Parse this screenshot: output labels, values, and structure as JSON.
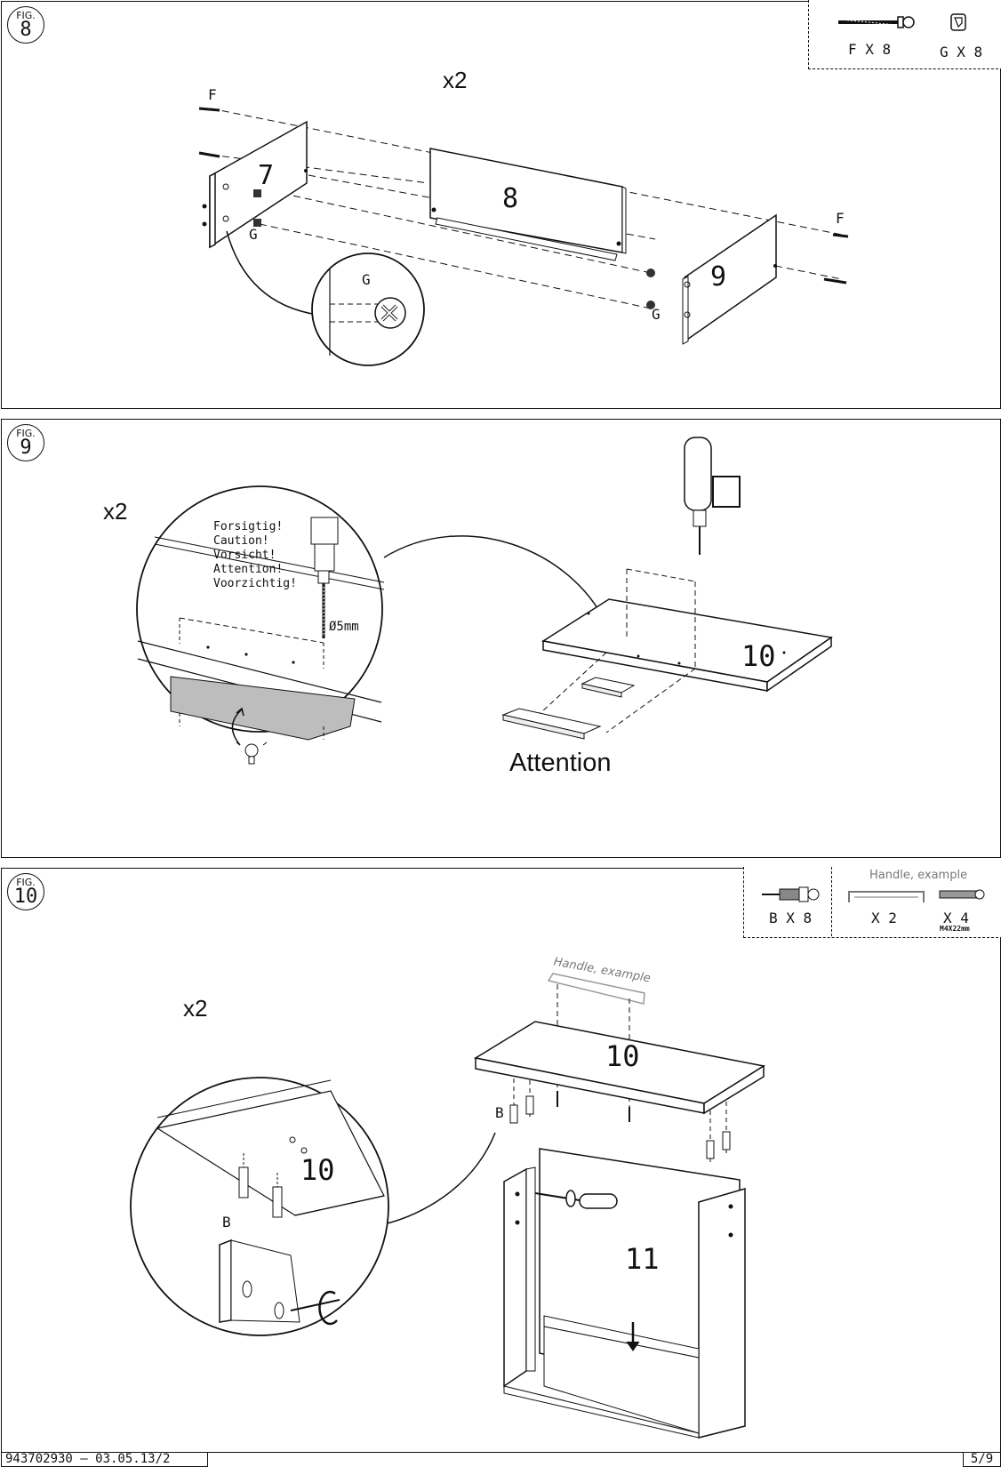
{
  "fig8": {
    "fig_label": "FIG.",
    "fig_number": "8",
    "multiplier": "x2",
    "hardware": [
      {
        "label": "F X 8",
        "icon": "screw-icon"
      },
      {
        "label": "G X 8",
        "icon": "cam-lock-icon"
      }
    ],
    "callouts": {
      "f_left": "F",
      "g_left": "G",
      "g_detail": "G",
      "f_right": "F",
      "g_right": "G"
    },
    "parts": {
      "p7": "7",
      "p8": "8",
      "p9": "9"
    }
  },
  "fig9": {
    "fig_label": "FIG.",
    "fig_number": "9",
    "multiplier": "x2",
    "caution_lines": [
      "Forsigtig!",
      "Caution!",
      "Vorsicht!",
      "Attention!",
      "Voorzichtig!"
    ],
    "drill_size": "Ø5mm",
    "part": "10",
    "attention": "Attention"
  },
  "fig10": {
    "fig_label": "FIG.",
    "fig_number": "10",
    "multiplier": "x2",
    "hardware": [
      {
        "label": "B X 8",
        "icon": "dowel-icon"
      },
      {
        "label": "X 2",
        "icon": "handle-icon"
      },
      {
        "label": "X 4",
        "icon": "screw-icon",
        "sub": "M4X22mm"
      }
    ],
    "hardware_header": "Handle, example",
    "handle_callout": "Handle, example",
    "callouts": {
      "b_main": "B",
      "b_detail": "B"
    },
    "parts": {
      "p10_main": "10",
      "p10_detail": "10",
      "p11": "11"
    }
  },
  "footer": {
    "doc_code": "943702930 – 03.05.13/2",
    "page": "5/9"
  }
}
